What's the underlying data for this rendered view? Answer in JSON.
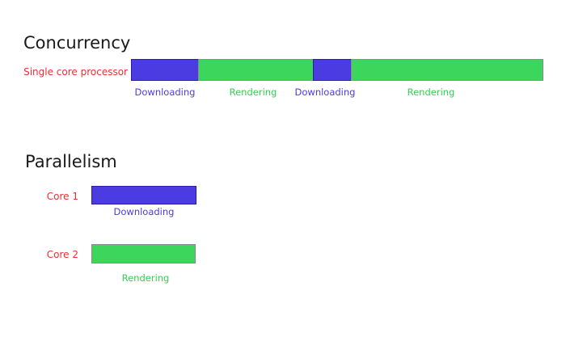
{
  "colors": {
    "background": "#ffffff",
    "title_text": "#1a1a1a",
    "red_label_text": "#ee2f2f",
    "downloading_fill": "#4a3ce0",
    "downloading_border": "#2a1ab0",
    "downloading_text": "#4c3bdb",
    "rendering_fill": "#3cd65c",
    "rendering_border": "#8c8c8c",
    "rendering_text": "#35cc55"
  },
  "concurrency": {
    "title": "Concurrency",
    "row_label": "Single core processor",
    "segments": [
      {
        "label": "Downloading",
        "type": "downloading"
      },
      {
        "label": "Rendering",
        "type": "rendering"
      },
      {
        "label": "Downloading",
        "type": "downloading"
      },
      {
        "label": "Rendering",
        "type": "rendering"
      }
    ]
  },
  "parallelism": {
    "title": "Parallelism",
    "cores": [
      {
        "label": "Core 1",
        "bar_label": "Downloading",
        "type": "downloading"
      },
      {
        "label": "Core 2",
        "bar_label": "Rendering",
        "type": "rendering"
      }
    ]
  }
}
